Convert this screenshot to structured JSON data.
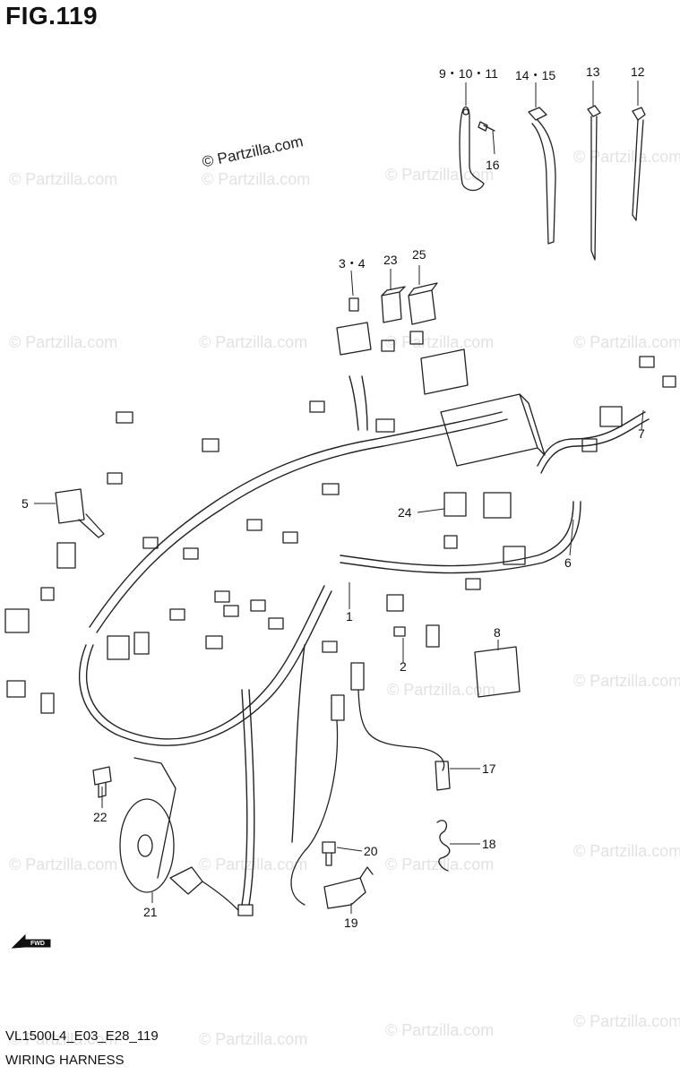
{
  "figure": {
    "title": "FIG.119",
    "model_code": "VL1500L4_E03_E28_119",
    "subtitle": "WIRING HARNESS",
    "copyright": "© Partzilla.com",
    "watermark": "© Partzilla.com",
    "fwd_label": "FWD"
  },
  "callouts": [
    {
      "id": "c-9-10-11",
      "label": "9・10・11"
    },
    {
      "id": "c-14-15",
      "label": "14・15"
    },
    {
      "id": "c-13",
      "label": "13"
    },
    {
      "id": "c-12",
      "label": "12"
    },
    {
      "id": "c-16",
      "label": "16"
    },
    {
      "id": "c-3-4",
      "label": "3・4"
    },
    {
      "id": "c-23",
      "label": "23"
    },
    {
      "id": "c-25",
      "label": "25"
    },
    {
      "id": "c-7",
      "label": "7"
    },
    {
      "id": "c-5",
      "label": "5"
    },
    {
      "id": "c-24",
      "label": "24"
    },
    {
      "id": "c-6",
      "label": "6"
    },
    {
      "id": "c-1",
      "label": "1"
    },
    {
      "id": "c-8",
      "label": "8"
    },
    {
      "id": "c-2",
      "label": "2"
    },
    {
      "id": "c-17",
      "label": "17"
    },
    {
      "id": "c-18",
      "label": "18"
    },
    {
      "id": "c-20",
      "label": "20"
    },
    {
      "id": "c-22",
      "label": "22"
    },
    {
      "id": "c-21",
      "label": "21"
    },
    {
      "id": "c-19",
      "label": "19"
    }
  ]
}
